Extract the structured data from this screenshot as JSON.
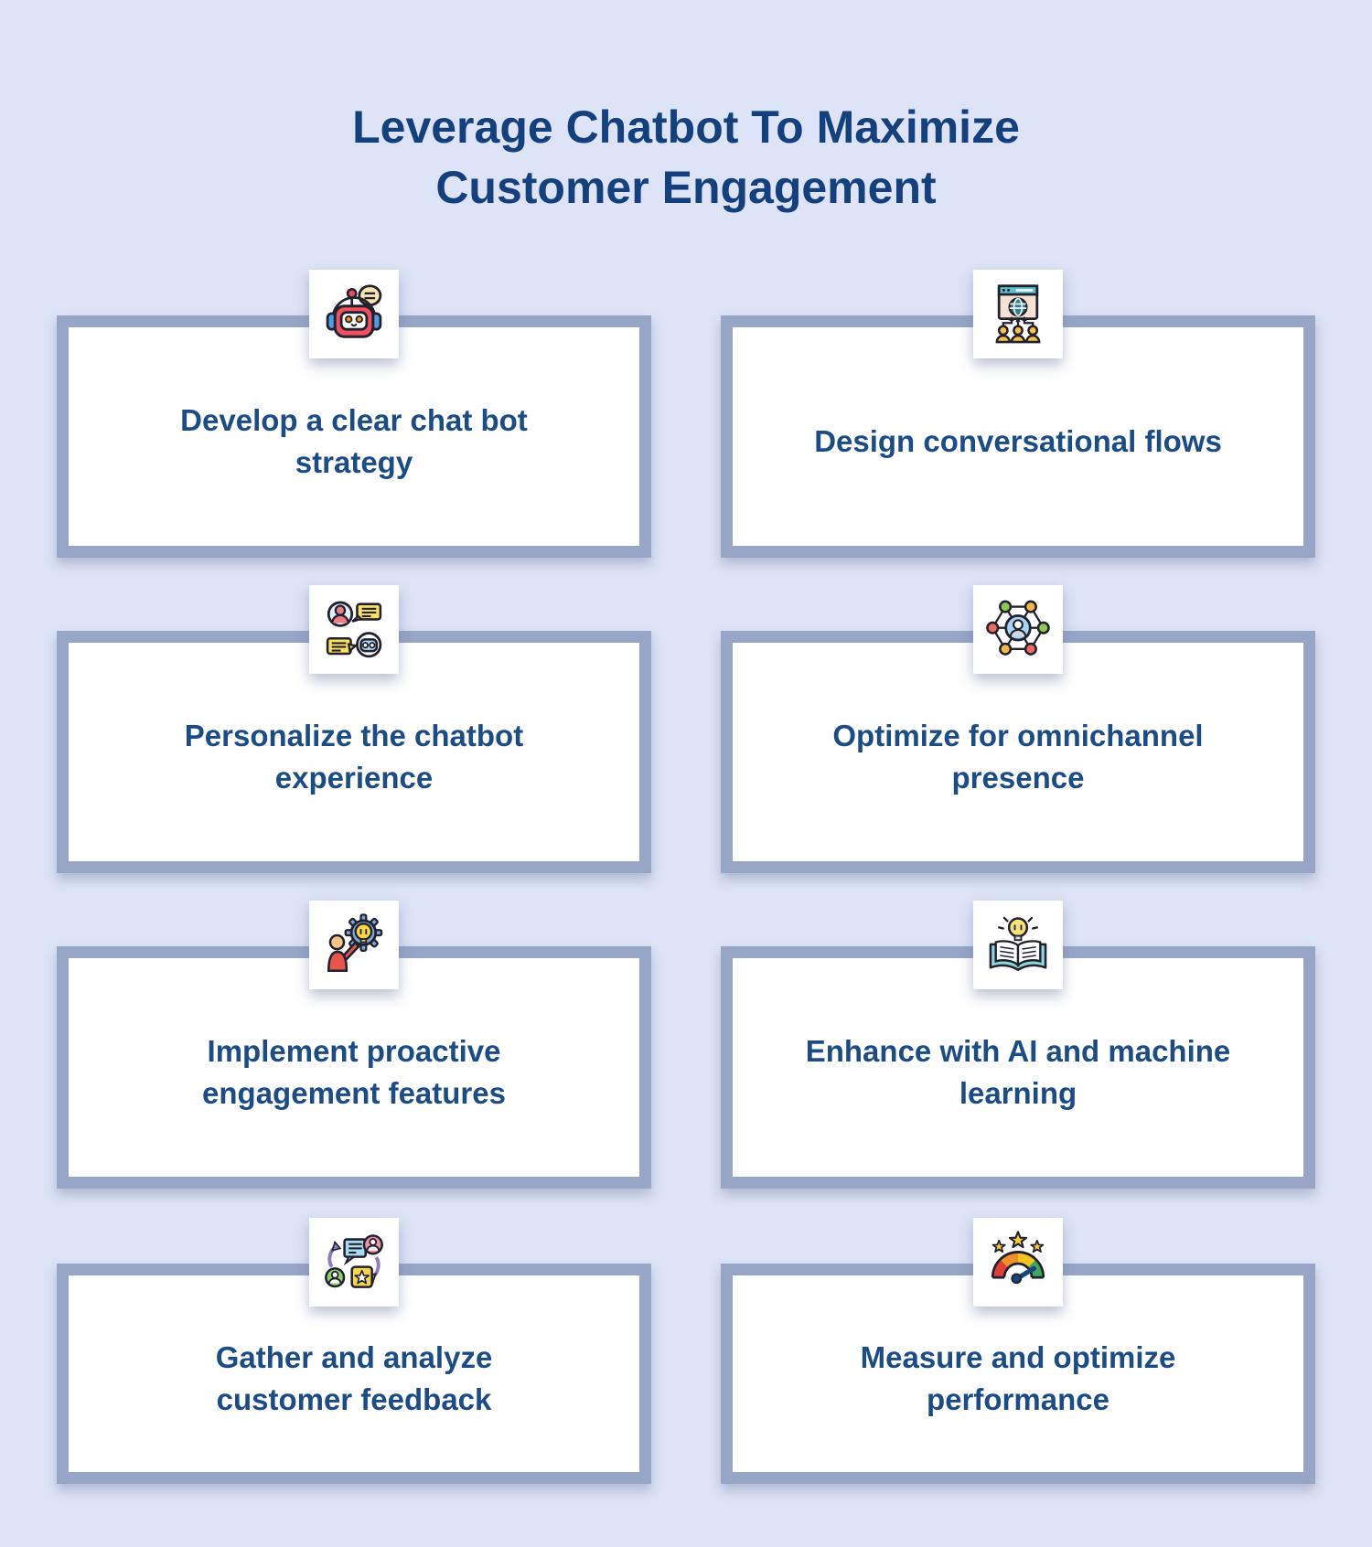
{
  "page": {
    "background_color": "#dee4f7",
    "card_border_color": "#97a5c7",
    "card_background_color": "#ffffff",
    "title_color": "#14417e",
    "card_text_color": "#1b4c86"
  },
  "title": "Leverage Chatbot To Maximize Customer Engagement",
  "cards": [
    {
      "label": "Develop a clear chat bot\nstrategy",
      "icon": "chatbot-robot-icon"
    },
    {
      "label": "Design conversational flows",
      "icon": "website-users-flow-icon"
    },
    {
      "label": "Personalize the chatbot\nexperience",
      "icon": "user-chat-bubbles-icon"
    },
    {
      "label": "Optimize for omnichannel\npresence",
      "icon": "omnichannel-network-icon"
    },
    {
      "label": "Implement proactive\nengagement features",
      "icon": "person-gear-lightbulb-icon"
    },
    {
      "label": "Enhance with AI and machine\nlearning",
      "icon": "book-lightbulb-icon"
    },
    {
      "label": "Gather and analyze\ncustomer feedback",
      "icon": "feedback-loop-star-icon"
    },
    {
      "label": "Measure and optimize\nperformance",
      "icon": "performance-gauge-icon"
    }
  ]
}
